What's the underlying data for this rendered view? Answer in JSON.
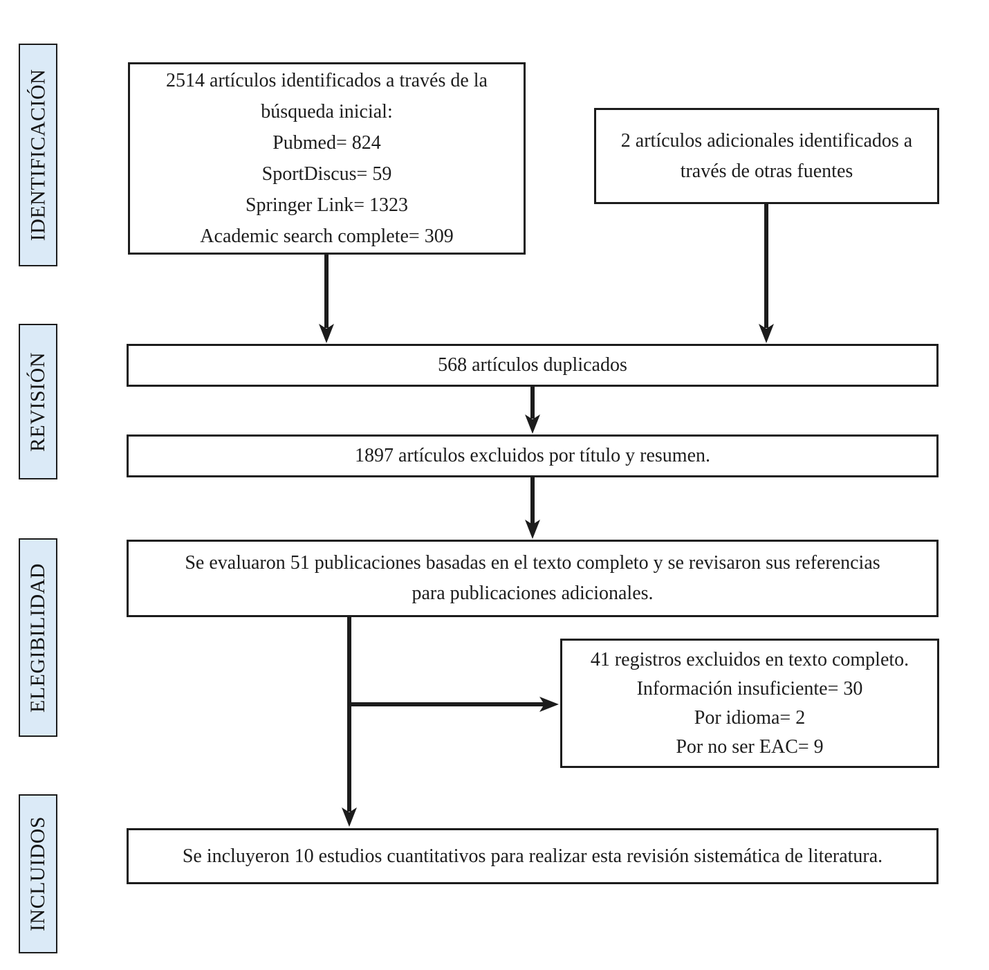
{
  "diagram": {
    "title": "PRISMA-style systematic review flow diagram (Spanish)",
    "colors": {
      "stage_fill": "#dbeaf7",
      "line": "#1c1c1c",
      "background": "#ffffff"
    },
    "stages": {
      "identification": "IDENTIFICACIÓN",
      "screening": "REVISIÓN",
      "eligibility": "ELEGIBILIDAD",
      "included": "INCLUIDOS"
    },
    "boxes": {
      "initial_search": {
        "lines": [
          "2514 artículos identificados a través de la",
          "búsqueda inicial:",
          "Pubmed= 824",
          "SportDiscus= 59",
          "Springer Link= 1323",
          "Academic search complete= 309"
        ]
      },
      "other_sources": {
        "lines": [
          "2 artículos adicionales identificados a",
          "través de otras fuentes"
        ]
      },
      "duplicates": {
        "text": "568 artículos duplicados"
      },
      "title_abstract_excluded": {
        "text": "1897 artículos excluidos por título y resumen."
      },
      "full_text_assessed": {
        "lines": [
          "Se evaluaron 51 publicaciones basadas en el texto completo y se revisaron sus referencias",
          "para publicaciones adicionales."
        ]
      },
      "full_text_excluded": {
        "lines": [
          "41 registros excluidos en texto completo.",
          "Información insuficiente= 30",
          "Por idioma= 2",
          "Por no ser EAC= 9"
        ]
      },
      "included_studies": {
        "text": "Se incluyeron 10 estudios cuantitativos para realizar esta revisión sistemática de literatura."
      }
    }
  }
}
